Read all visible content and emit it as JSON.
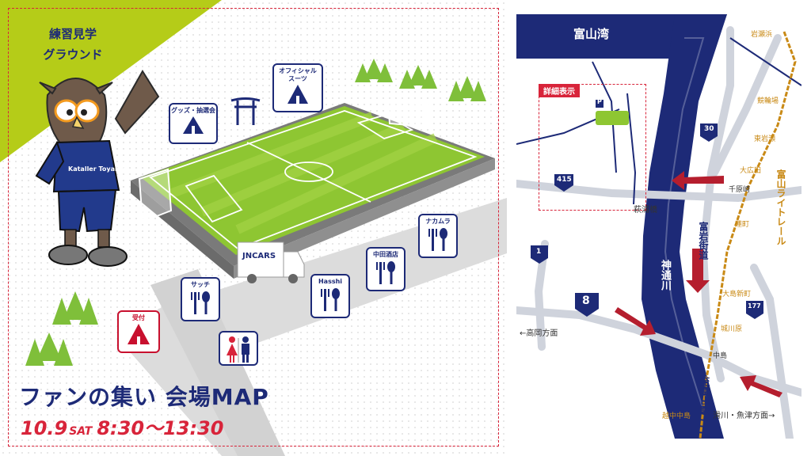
{
  "header": {
    "practice_line1": "練習見学",
    "practice_line2": "グラウンド"
  },
  "title": "ファンの集い 会場MAP",
  "date": {
    "day": "10.9",
    "weekday": "SAT",
    "time": "8:30〜13:30"
  },
  "mascot": {
    "shirt_text": "Kataller Toyama"
  },
  "markers": {
    "goods": "グッズ・抽選会",
    "official": "オフィシャル\nスーツ",
    "jncars": "JNCARS",
    "nakamura": "ナカムラ",
    "nakada": "中田酒店",
    "hasshi": "Hasshi",
    "sacchi": "サッチ",
    "reception": "受付"
  },
  "access_map": {
    "bay": "富山湾",
    "detail": "詳細表示",
    "route_415": "415",
    "route_30": "30",
    "route_1": "1",
    "route_8": "8",
    "route_177": "177",
    "bridge": "萩浦橋",
    "river": "神通川",
    "street": "富岩街道",
    "tram": "富山ライトレール",
    "takaoka": "←高岡方面",
    "namerikawa": "滑川・魚津方面→",
    "toyama_sta": "至富山駅",
    "chihara": "千原崎",
    "nakajima": "中島",
    "stations": [
      "岩瀬浜",
      "競輪場",
      "東岩瀬",
      "大広田",
      "蓮町",
      "大島新町",
      "城川原",
      "越中中島"
    ],
    "parking": "P"
  },
  "colors": {
    "navy": "#1d2a77",
    "red": "#d8243a",
    "lime": "#b5cc18",
    "pitch": "#8ec632",
    "tram": "#c98a16"
  }
}
